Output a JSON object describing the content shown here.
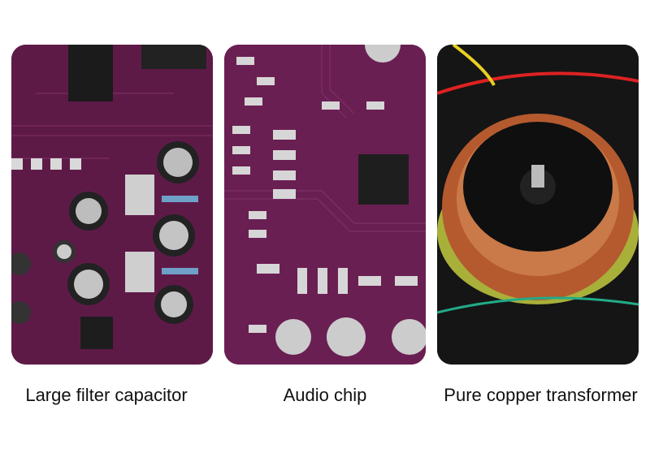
{
  "panels": [
    {
      "caption": "Large filter capacitor"
    },
    {
      "caption": "Audio chip"
    },
    {
      "caption": "Pure copper transformer"
    }
  ],
  "colors": {
    "pcb": "#6a1f52",
    "copper": "#b8562a",
    "tape": "#9aa53a"
  }
}
